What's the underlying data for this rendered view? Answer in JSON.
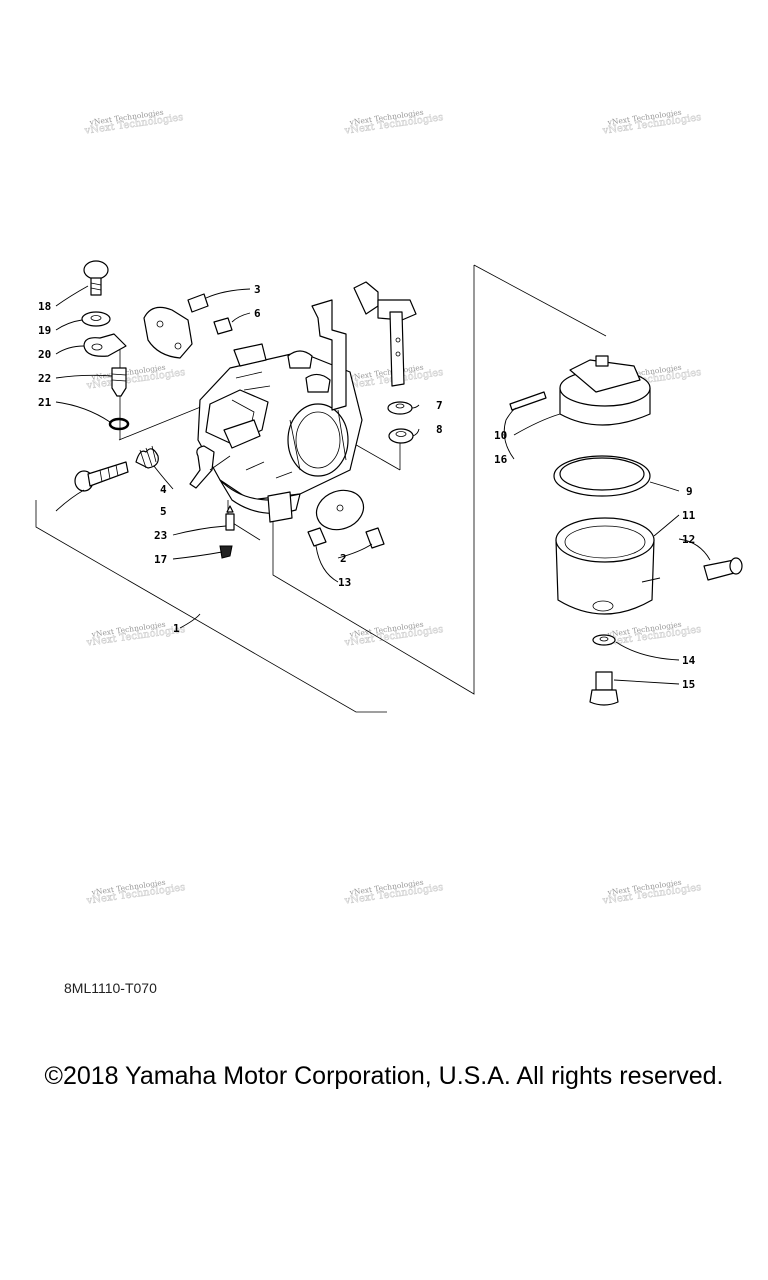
{
  "watermark": {
    "text": "vNext Technologies"
  },
  "callouts": [
    "1",
    "2",
    "3",
    "4",
    "5",
    "6",
    "7",
    "8",
    "9",
    "10",
    "11",
    "12",
    "13",
    "14",
    "15",
    "16",
    "17",
    "18",
    "19",
    "20",
    "21",
    "22",
    "23"
  ],
  "footer": {
    "diagram_code": "8ML1110-T070",
    "copyright": "©2018 Yamaha Motor Corporation, U.S.A. All rights reserved."
  }
}
